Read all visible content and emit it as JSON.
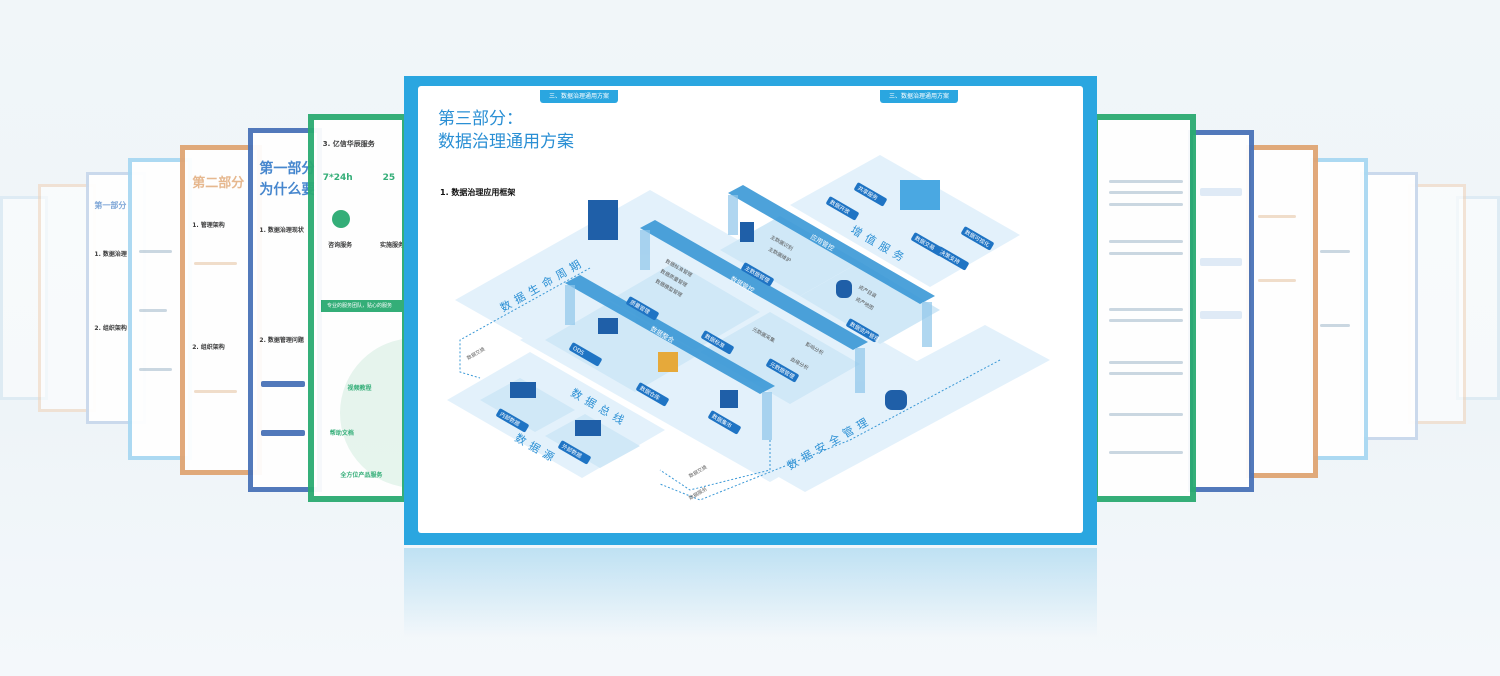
{
  "main_page": {
    "tabs": [
      "三、数据治理通用方案",
      "三、数据治理通用方案"
    ],
    "title_line1": "第三部分：",
    "title_line2": "数据治理通用方案",
    "section_heading": "1. 数据治理应用框架",
    "diagram": {
      "zones": {
        "lifecycle": "数据生命周期",
        "bus": "数据总线",
        "source": "数据源",
        "security": "数据安全管理",
        "value_service": "增值服务"
      },
      "bars": [
        "数据整合",
        "数据管控",
        "应用管控"
      ],
      "badges": [
        "ODS",
        "数据仓库",
        "数据集市",
        "内部数据",
        "外部数据",
        "数据标准",
        "元数据管理",
        "主数据管理",
        "数据资产管理",
        "质量管理",
        "共享服务",
        "数据开放",
        "数据交易",
        "决策支持",
        "数据可视化"
      ],
      "flows": [
        "数据交换",
        "数据交换",
        "数据服务"
      ],
      "notes": [
        "数据标准管理",
        "数据质量管理",
        "数据模型管理",
        "元数据采集",
        "血缘分析",
        "影响分析",
        "资产目录",
        "资产地图",
        "主数据识别",
        "主数据维护"
      ]
    }
  },
  "left_pages": {
    "green_page": {
      "heading": "3. 亿信华辰服务",
      "stat1": "7*24h",
      "stat2": "25",
      "card1": "咨询服务",
      "card2": "实施服务",
      "banner": "专业的服务团队，贴心的服务",
      "item1": "视频教程",
      "item2": "帮助文档",
      "footer": "全方位产品服务"
    },
    "blue_page": {
      "title": "第一部分",
      "subtitle": "为什么要",
      "h1": "1. 数据治理现状",
      "h2": "2. 数据管理问题"
    },
    "orange_page": {
      "title": "第二部分",
      "subtitle": "数据治",
      "h1": "1. 管理架构",
      "h2": "2. 组织架构"
    },
    "small_page": {
      "title": "第一部分",
      "subtitle": "为什么要",
      "h1": "1. 数据治理",
      "h2": "2. 组织架构"
    }
  },
  "colors": {
    "primary_blue": "#2aa6e0",
    "green": "#2bab72",
    "navy": "#4a73b8",
    "orange": "#e0a574"
  }
}
